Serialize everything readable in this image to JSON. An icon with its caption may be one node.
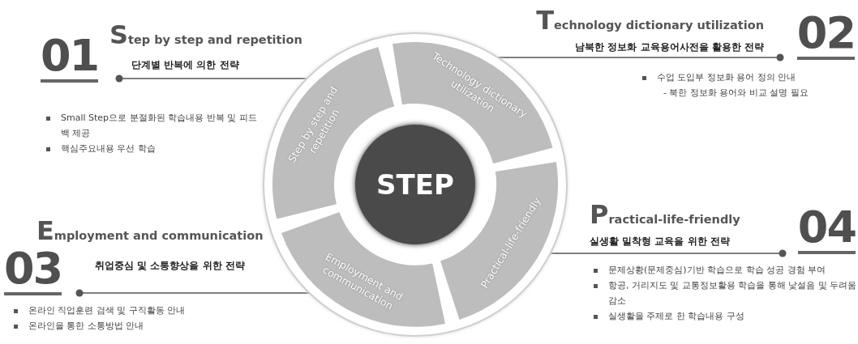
{
  "diagram": {
    "nodes": [
      {
        "text": [],
        "shape": "circle"
      },
      {
        "text": [
          "STEP"
        ],
        "in": 0
      },
      {
        "text": [
          "Step by step and repetition"
        ],
        "in": 0
      },
      {
        "text": [
          "Technology dictionary utilization"
        ],
        "in": 0
      },
      {
        "text": [
          "Employment and communication"
        ],
        "in": 0
      },
      {
        "text": [
          "Practical-life-friendly"
        ],
        "in": 0
      },
      {
        "text": [
          "01",
          "Step by step and repetition",
          "단계별 반복에 의한 전략"
        ],
        "beside": [
          "Small Step으로 분절화된 학습내용 반복 및 피드백 제공",
          "핵심주요내용 우선 학습"
        ]
      },
      {
        "text": [
          "Technology dictionary utilization",
          "남북한 정보화 교육용어사전을 활용한 전략",
          "02"
        ],
        "beside": [
          "수업 도입부 정보화 용어 정의 안내",
          "- 북한 정보화 용어와 비교 설명 필요"
        ]
      },
      {
        "text": [
          "Employment and communication",
          "03",
          "취업중심 및 소통향상을 위한 전략"
        ],
        "beside": [
          "온라인 직업훈련 검색 및 구직활동 안내",
          "온라인을 통한 소통방법 안내"
        ]
      },
      {
        "text": [
          "Practical-life-friendly",
          "실생활 밀착형 교육을 위한 전략",
          "04"
        ],
        "beside": [
          "문제상황(문제중심)기반 학습으로 학습 성공 경험 부여",
          "항공, 거리지도 및 교통정보활용 학습을 통해 낯설음 및 두려움 감소",
          "실생활을 주제로 한 학습내용 구성"
        ]
      }
    ],
    "edges": [
      {
        "from": 2,
        "to": 6,
        "arrow": "other"
      },
      {
        "from": 3,
        "to": 7,
        "arrow": "other"
      },
      {
        "from": 4,
        "to": 8,
        "arrow": "other"
      },
      {
        "from": 5,
        "to": 9,
        "arrow": "other"
      }
    ]
  }
}
